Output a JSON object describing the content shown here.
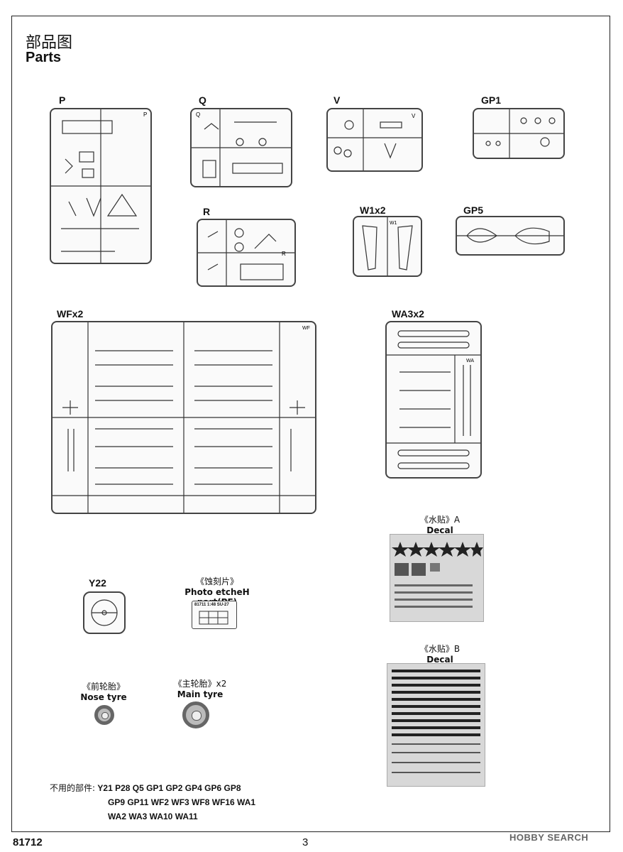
{
  "title": {
    "cn": "部品图",
    "en": "Parts"
  },
  "sprues": {
    "P": "P",
    "Q": "Q",
    "V": "V",
    "GP1": "GP1",
    "R": "R",
    "W1": "W1x2",
    "GP5": "GP5",
    "WF": "WFx2",
    "WA3": "WA3x2",
    "Y22": "Y22"
  },
  "sprue_tags": {
    "P": "P",
    "Q": "Q",
    "V": "V",
    "R": "R",
    "W1": "W1",
    "WF": "WF",
    "WA": "WA"
  },
  "decal_a": {
    "cn": "《水贴》A",
    "en": "Decal"
  },
  "decal_b": {
    "cn": "《水贴》B",
    "en": "Decal"
  },
  "pe": {
    "cn": "《蚀刻片》",
    "en": "Photo etcheH part(PE)",
    "plate_text": "81711 1:48 SU-27"
  },
  "nose_tyre": {
    "cn": "《前轮胎》",
    "en": "Nose tyre"
  },
  "main_tyre": {
    "cn": "《主轮胎》x2",
    "en": "Main tyre"
  },
  "unused": {
    "label": "不用的部件:",
    "line1": "Y21 P28 Q5 GP1 GP2 GP4 GP6 GP8",
    "line2": "GP9 GP11 WF2 WF3 WF8 WF16 WA1",
    "line3": "WA2 WA3 WA10 WA11"
  },
  "footer": {
    "code": "81712",
    "page": "3",
    "watermark": "HOBBY SEARCH"
  }
}
